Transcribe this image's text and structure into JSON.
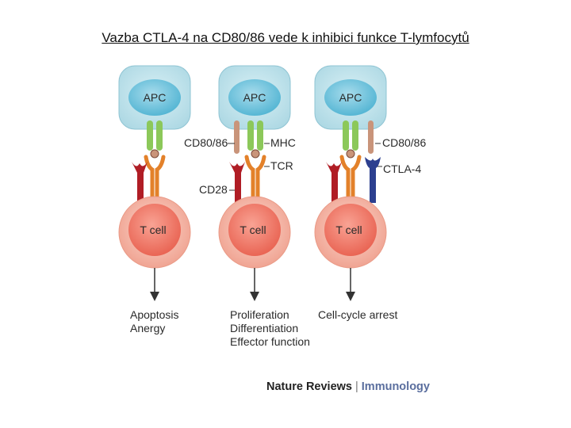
{
  "title": "Vazba CTLA-4 na CD80/86 vede k inhibici funkce T-lymfocytů",
  "panels": [
    {
      "apc": "APC",
      "tcell": "T cell",
      "outcome": [
        "Apoptosis",
        "Anergy"
      ]
    },
    {
      "apc": "APC",
      "tcell": "T cell",
      "outcome": [
        "Proliferation",
        "Differentiation",
        "Effector function"
      ]
    },
    {
      "apc": "APC",
      "tcell": "T cell",
      "outcome": [
        "Cell-cycle arrest"
      ]
    }
  ],
  "labels": {
    "cd80_86": "CD80/86",
    "mhc": "MHC",
    "tcr": "TCR",
    "cd28": "CD28",
    "cd80_86_right": "CD80/86",
    "ctla4": "CTLA-4"
  },
  "credit": {
    "journal": "Nature Reviews",
    "separator": "|",
    "section": "Immunology"
  },
  "colors": {
    "apc_fill": "#bfe3ec",
    "apc_nucleus": "#6fc3dc",
    "tcell_fill": "#f3b7a8",
    "tcell_nucleus": "#f07a68",
    "mhc_green": "#8cc85a",
    "tcr_orange": "#e3812a",
    "cd28_red": "#b01d25",
    "ctla4_blue": "#2c3f8f",
    "cd80_tan": "#c9947a"
  }
}
